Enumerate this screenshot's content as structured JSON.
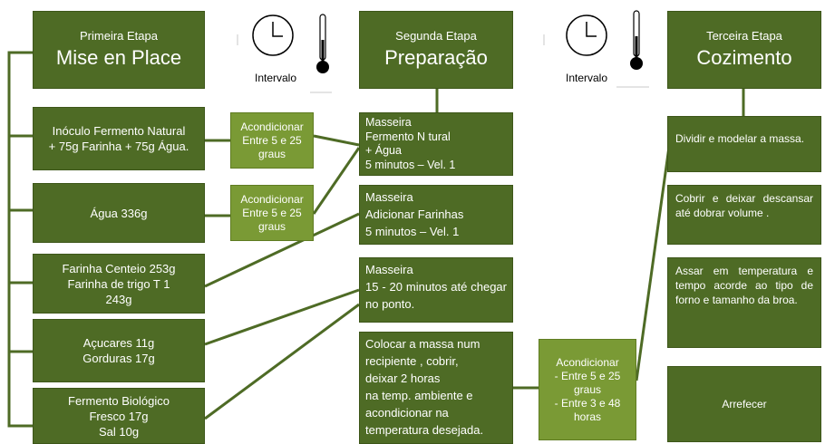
{
  "stages": [
    {
      "label": "Primeira Etapa",
      "title": "Mise en Place"
    },
    {
      "label": "Segunda Etapa",
      "title": "Preparação"
    },
    {
      "label": "Terceira Etapa",
      "title": "Cozimento"
    }
  ],
  "interval_label": "Intervalo",
  "ingredients": [
    [
      "Inóculo Fermento Natural",
      "+ 75g Farinha + 75g Água."
    ],
    [
      "Água 336g"
    ],
    [
      "Farinha Centeio 253g",
      "Farinha de trigo T 1",
      "243g"
    ],
    [
      "Açucares 11g",
      "Gorduras 17g"
    ],
    [
      "Fermento Biológico",
      "Fresco 17g",
      "Sal 10g"
    ]
  ],
  "conditioning": [
    [
      "Acondicionar",
      "Entre 5 e 25",
      "graus"
    ],
    [
      "Acondicionar",
      "Entre 5 e 25",
      "graus"
    ],
    [
      "Acondicionar",
      "- Entre 5 e 25",
      "graus",
      "- Entre 3 e 48",
      "horas"
    ]
  ],
  "prep_steps": [
    [
      "Masseira",
      "Fermento N tural",
      "+ Água",
      "5 minutos – Vel. 1"
    ],
    [
      "Masseira",
      "Adicionar Farinhas",
      "5 minutos – Vel. 1"
    ],
    [
      "Masseira",
      "15 - 20 minutos até chegar no ponto."
    ],
    [
      "Colocar a massa num recipiente , cobrir,",
      "deixar 2 horas",
      "na temp. ambiente e",
      "acondicionar  na",
      "temperatura desejada."
    ]
  ],
  "cook_steps": [
    "Dividir e modelar a massa.",
    "Cobrir e deixar descansar até dobrar volume .",
    "Assar em temperatura e tempo acorde ao tipo de forno  e tamanho da broa.",
    "Arrefecer"
  ],
  "colors": {
    "box": "#4e6b25",
    "conditioning": "#7a9a35"
  },
  "icons": [
    "clock-icon",
    "thermometer-icon"
  ]
}
